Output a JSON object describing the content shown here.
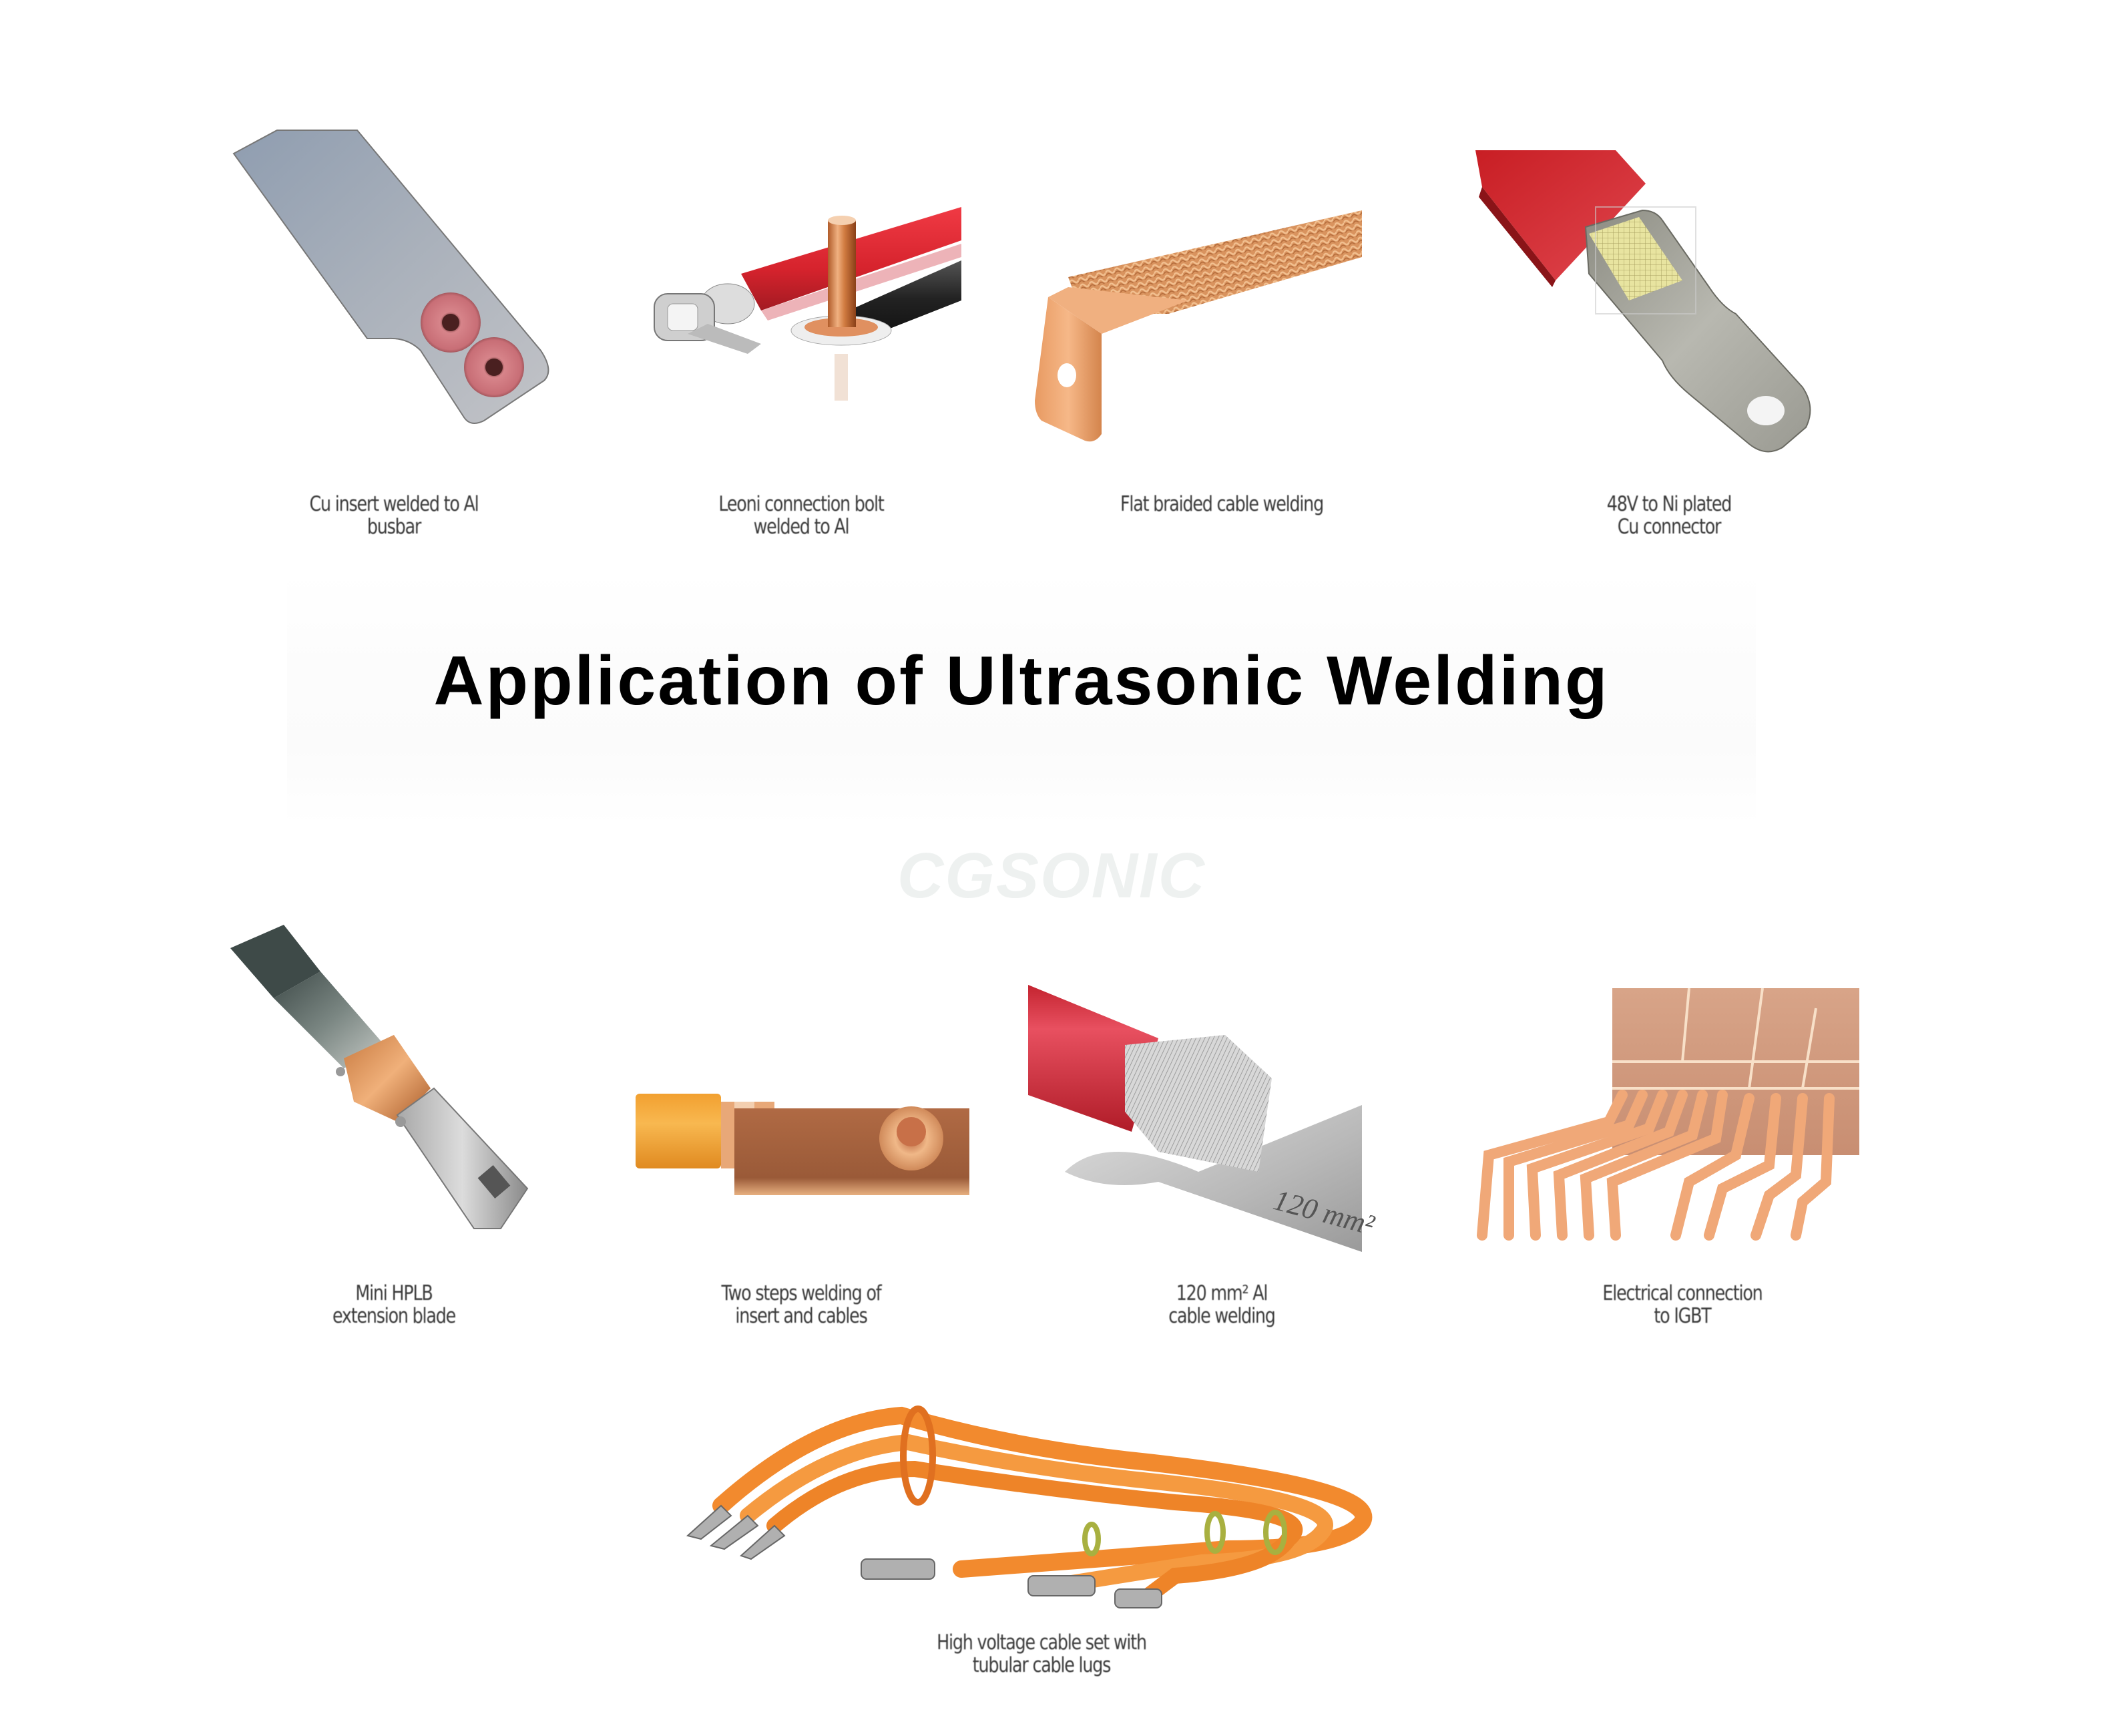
{
  "title": "Application of Ultrasonic Welding",
  "watermark": "CGSONIC",
  "colors": {
    "background": "#ffffff",
    "title_text": "#000000",
    "caption_text": "#3a3a3a",
    "watermark": "#eef1f0",
    "copper": "#e8a06a",
    "aluminum": "#b7bcc4",
    "red_insulation": "#d42a32",
    "orange_cable": "#f28a2e"
  },
  "applications": [
    {
      "id": "cu-insert-al-busbar",
      "caption": "Cu insert welded to Al\nbusbar",
      "image": "aluminum busbar with two copper inserts"
    },
    {
      "id": "leoni-connection-bolt",
      "caption": "Leoni connection bolt\nwelded to Al",
      "image": "red and black cables with copper bolt"
    },
    {
      "id": "flat-braided-cable",
      "caption": "Flat braided cable welding",
      "image": "copper braid welded to bent copper tab"
    },
    {
      "id": "48v-ni-plated-cu-connector",
      "caption": "48V to Ni plated\nCu connector",
      "image": "red busbar with nickel plated connector lug"
    },
    {
      "id": "mini-hplb-blade",
      "caption": "Mini HPLB\nextension blade",
      "image": "metal extension blade with copper crimp"
    },
    {
      "id": "two-steps-welding",
      "caption": "Two steps welding of\ninsert and cables",
      "image": "orange cable welded to copper plate with insert"
    },
    {
      "id": "120mm2-al-cable",
      "caption": "120 mm² Al\ncable welding",
      "image": "red cable welded to aluminum plate",
      "image_label": "120 mm²"
    },
    {
      "id": "igbt-connection",
      "caption": "Electrical connection\nto IGBT",
      "image": "copper leads bonded to IGBT module"
    },
    {
      "id": "hv-cable-set",
      "caption": "High voltage cable set with\ntubular cable lugs",
      "image": "orange high voltage cable harness"
    }
  ]
}
